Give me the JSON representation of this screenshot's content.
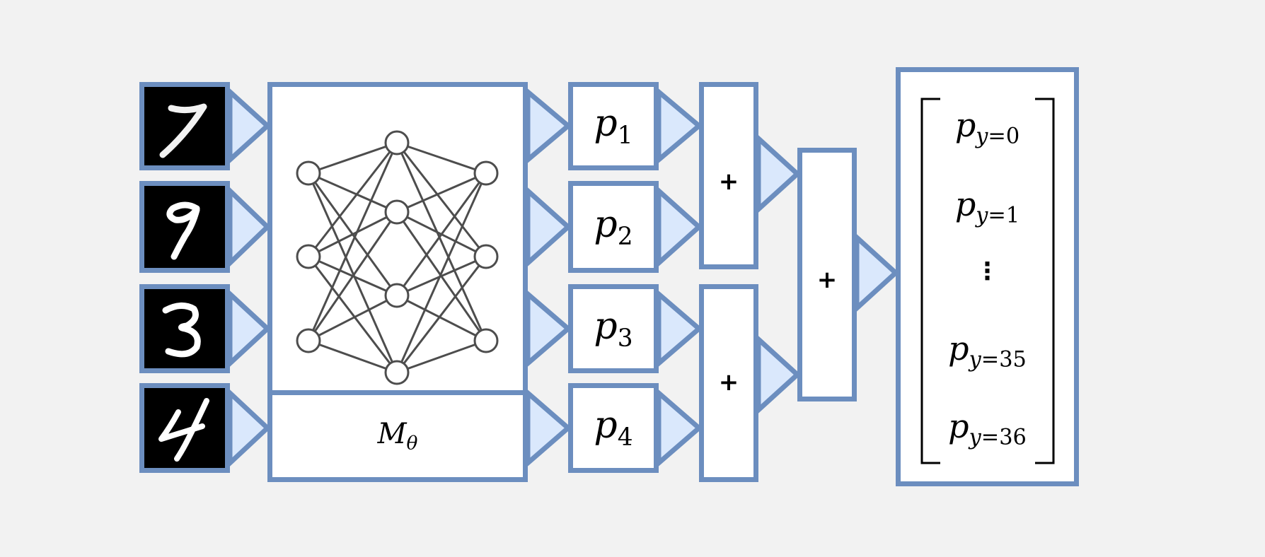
{
  "diagram": {
    "title": "",
    "colors": {
      "background": "#f2f2f2",
      "box_border": "#6c8ebf",
      "arrow_fill": "#dae8fc",
      "network_stroke": "#4d4d4d",
      "text": "#000000"
    },
    "inputs": [
      {
        "digit": "7"
      },
      {
        "digit": "9"
      },
      {
        "digit": "3"
      },
      {
        "digit": "4"
      }
    ],
    "model": {
      "label_main": "M",
      "label_sub": "θ",
      "network_layers": [
        3,
        4,
        3
      ]
    },
    "probabilities": [
      {
        "main": "p",
        "sub": "1"
      },
      {
        "main": "p",
        "sub": "2"
      },
      {
        "main": "p",
        "sub": "3"
      },
      {
        "main": "p",
        "sub": "4"
      }
    ],
    "sum_nodes": [
      {
        "symbol": "+"
      },
      {
        "symbol": "+"
      },
      {
        "symbol": "+"
      }
    ],
    "output_vector": {
      "entries": [
        {
          "main": "p",
          "sub_var": "y",
          "sub_rest": "=0"
        },
        {
          "main": "p",
          "sub_var": "y",
          "sub_rest": "=1"
        },
        {
          "main": "",
          "ellipsis": "⋮"
        },
        {
          "main": "p",
          "sub_var": "y",
          "sub_rest": "=35"
        },
        {
          "main": "p",
          "sub_var": "y",
          "sub_rest": "=36"
        }
      ]
    }
  }
}
